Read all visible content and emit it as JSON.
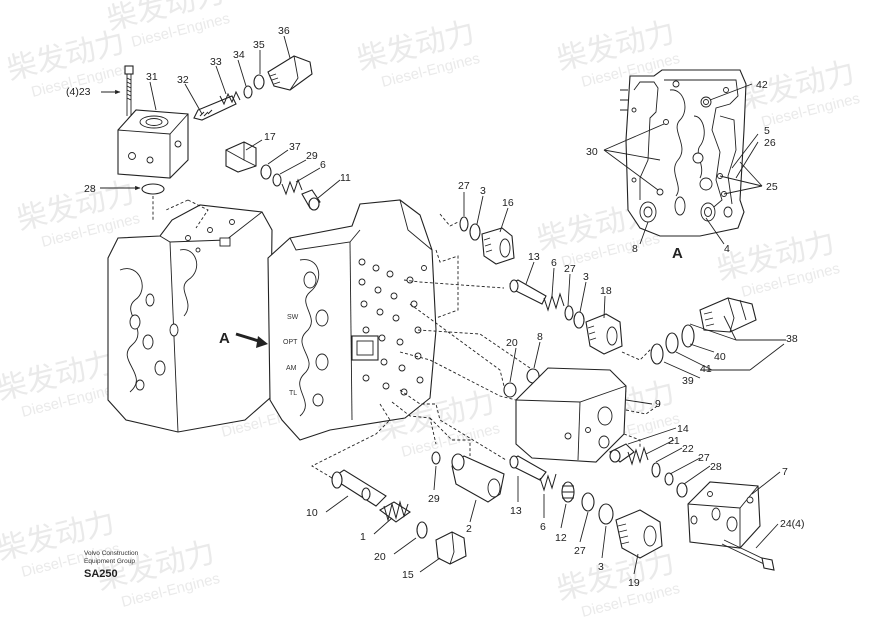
{
  "watermark": {
    "brand_cn": "柴发动力",
    "brand_en": "Diesel-Engines"
  },
  "credit": {
    "line1": "Volvo Construction",
    "line2": "Equipment Group",
    "model": "SA250"
  },
  "view_labels": {
    "view_a_main": "A",
    "view_a_detail": "A"
  },
  "valve_marks": {
    "sw": "SW",
    "opt": "OPT",
    "am": "AM",
    "tl": "TL"
  },
  "callouts": {
    "c1": "1",
    "c2": "2",
    "c3a": "3",
    "c3b": "3",
    "c3c": "3",
    "c4": "4",
    "c5": "5",
    "c6a": "6",
    "c6b": "6",
    "c6c": "6",
    "c7": "7",
    "c8a": "8",
    "c8b": "8",
    "c9": "9",
    "c10": "10",
    "c11": "11",
    "c12": "12",
    "c13a": "13",
    "c13b": "13",
    "c14": "14",
    "c15": "15",
    "c16": "16",
    "c17": "17",
    "c18": "18",
    "c19": "19",
    "c20a": "20",
    "c20b": "20",
    "c21": "21",
    "c22": "22",
    "c23": "(4)23",
    "c24": "24(4)",
    "c25": "25",
    "c26": "26",
    "c27a": "27",
    "c27b": "27",
    "c27c": "27",
    "c27d": "27",
    "c28a": "28",
    "c28b": "28",
    "c29a": "29",
    "c29b": "29",
    "c30": "30",
    "c31": "31",
    "c32": "32",
    "c33": "33",
    "c34": "34",
    "c35": "35",
    "c36": "36",
    "c37": "37",
    "c38": "38",
    "c39": "39",
    "c40": "40",
    "c41": "41",
    "c42": "42"
  }
}
